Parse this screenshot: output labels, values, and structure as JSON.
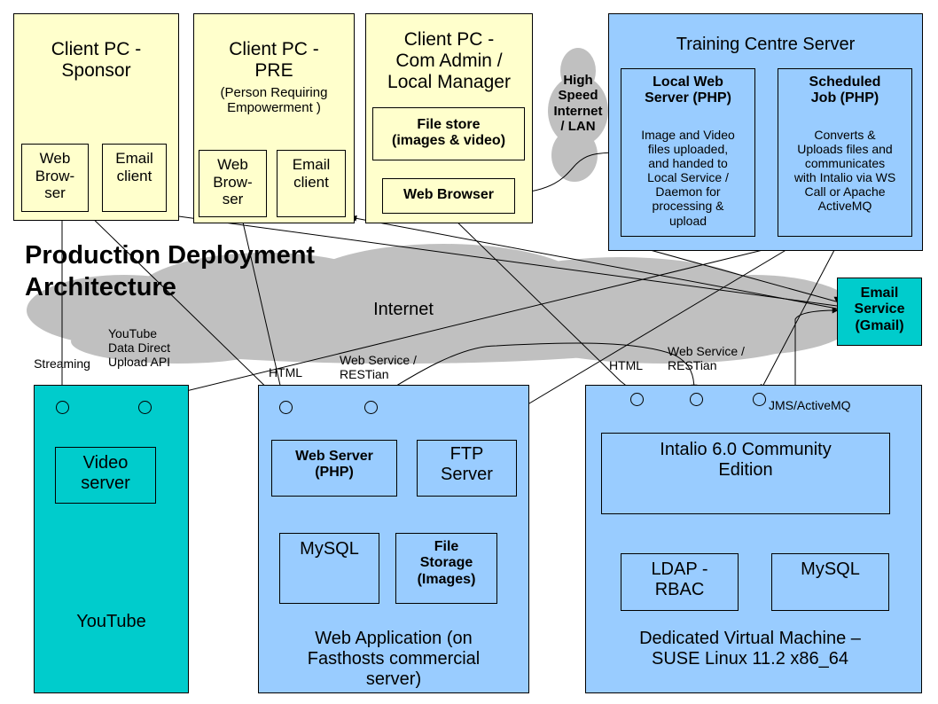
{
  "title": "Production Deployment\nArchitecture",
  "clients": {
    "sponsor": {
      "title": "Client PC -\nSponsor",
      "browser": "Web\nBrow-\nser",
      "email": "Email\nclient"
    },
    "pre": {
      "title": "Client PC -\nPRE",
      "subtitle": "(Person Requiring\nEmpowerment )",
      "browser": "Web\nBrow-\nser",
      "email": "Email\nclient"
    },
    "comadmin": {
      "title": "Client PC -\nCom Admin /\nLocal Manager",
      "filestore": "File store\n(images & video)",
      "browser": "Web Browser"
    }
  },
  "network": {
    "high_speed": "High\nSpeed\nInternet\n/ LAN",
    "internet": "Internet"
  },
  "training_server": {
    "title": "Training Centre Server",
    "local_web": {
      "title": "Local Web\nServer (PHP)",
      "desc": "Image and Video\nfiles uploaded,\nand handed to\nLocal Service /\nDaemon for\nprocessing &\nupload"
    },
    "scheduled": {
      "title": "Scheduled\nJob (PHP)",
      "desc": "Converts &\nUploads files and\ncommunicates\nwith Intalio via WS\nCall or Apache\nActiveMQ"
    }
  },
  "email_service": "Email\nService\n(Gmail)",
  "labels": {
    "streaming": "Streaming",
    "youtube_api": "YouTube\nData Direct\nUpload API",
    "html1": "HTML",
    "ws1": "Web Service /\nRESTian",
    "html2": "HTML",
    "ws2": "Web Service /\nRESTian",
    "jms": "JMS/ActiveMQ"
  },
  "youtube": {
    "video_server": "Video\nserver",
    "label": "YouTube"
  },
  "webapp": {
    "web_server": "Web Server\n(PHP)",
    "ftp": "FTP\nServer",
    "mysql": "MySQL",
    "file_storage": "File\nStorage\n(Images)",
    "label": "Web Application (on\nFasthosts commercial\nserver)"
  },
  "vm": {
    "intalio": "Intalio 6.0 Community\nEdition",
    "ldap": "LDAP -\nRBAC",
    "mysql": "MySQL",
    "label": "Dedicated Virtual Machine –\nSUSE Linux 11.2 x86_64"
  }
}
